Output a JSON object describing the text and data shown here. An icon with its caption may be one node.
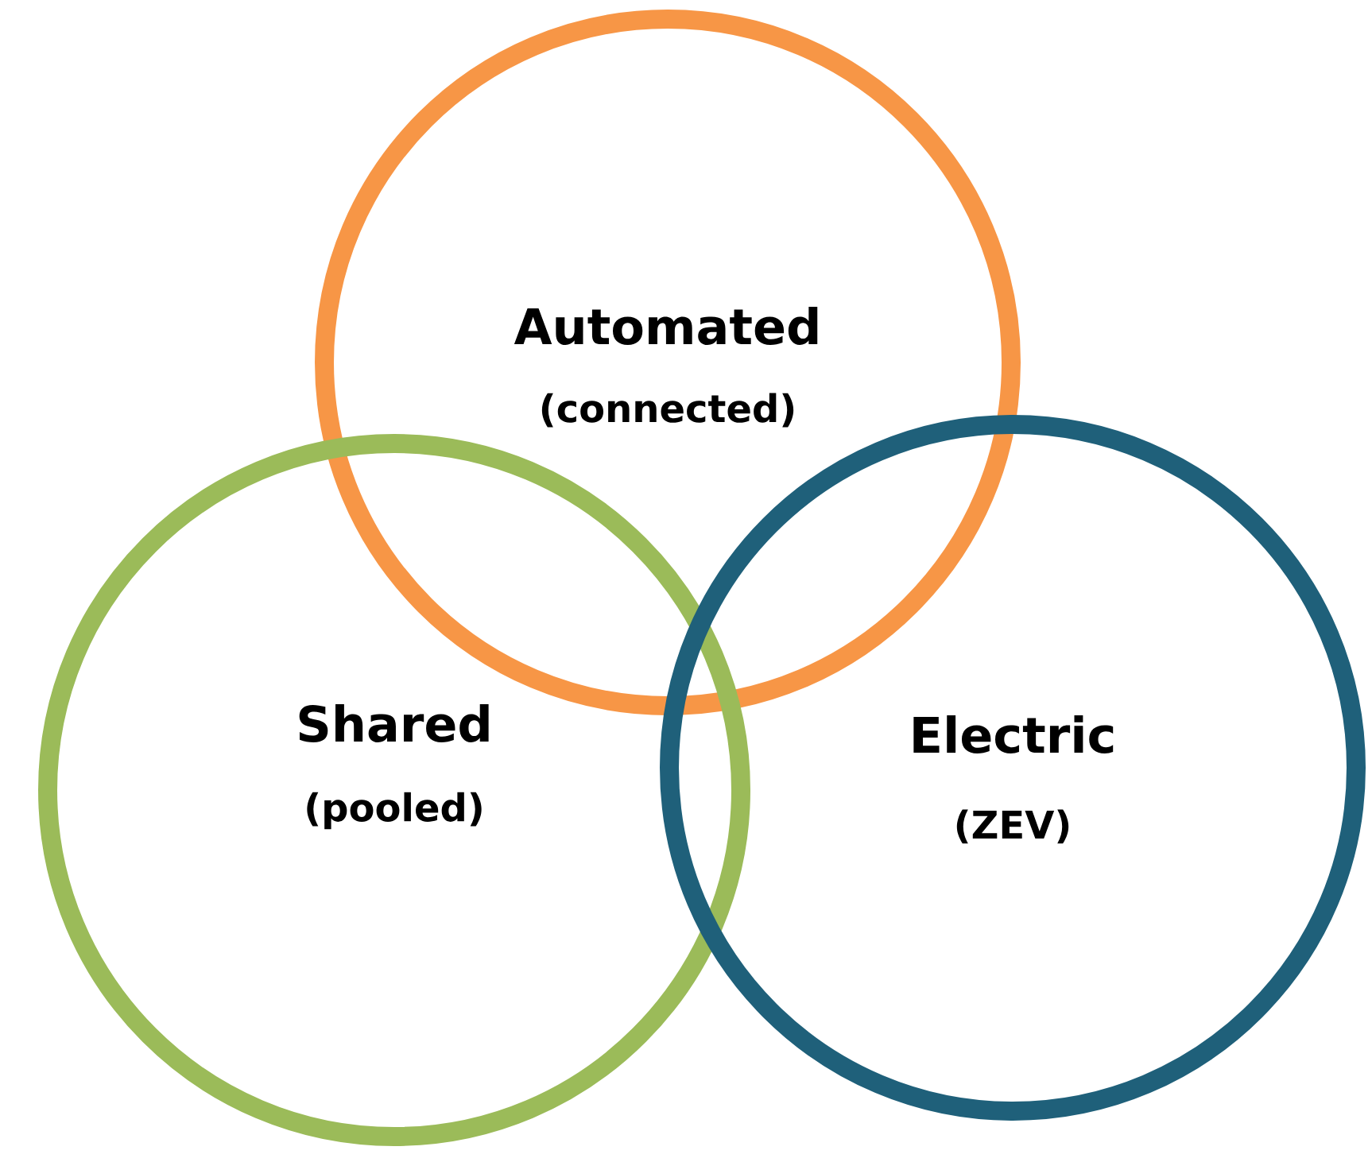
{
  "diagram": {
    "nodes": [
      {
        "text": [
          "Automated",
          "(connected)"
        ]
      },
      {
        "text": [
          "Shared",
          "(pooled)"
        ]
      },
      {
        "text": [
          "Electric",
          "(ZEV)"
        ]
      }
    ]
  }
}
